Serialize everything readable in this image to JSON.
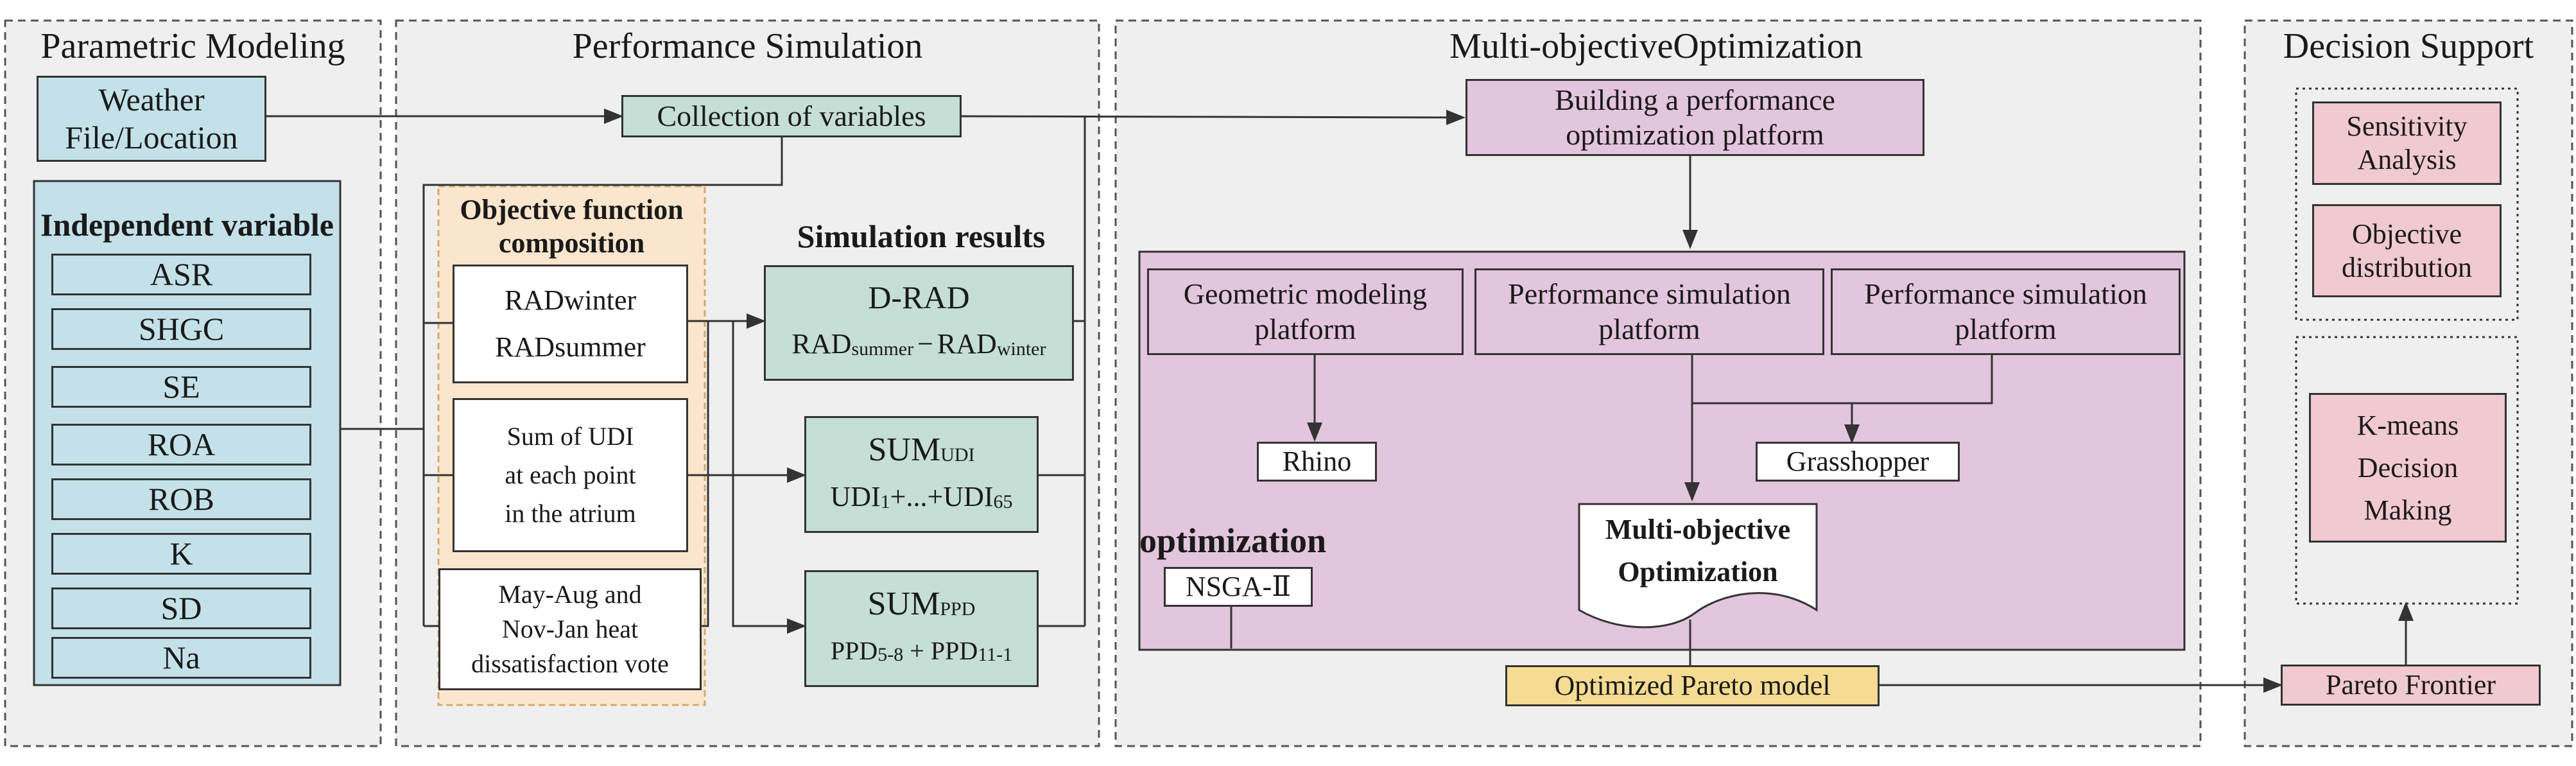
{
  "sections": {
    "parametric_modeling": "Parametric Modeling",
    "performance_simulation": "Performance Simulation",
    "multi_objective_optimization": "Multi-objectiveOptimization",
    "decision_support": "Decision Support"
  },
  "weather": "Weather\nFile/Location",
  "independent_variable": {
    "title": "Independent variable",
    "items": [
      "ASR",
      "SHGC",
      "SE",
      "ROA",
      "ROB",
      "K",
      "SD",
      "Na"
    ]
  },
  "collection": "Collection of variables",
  "objective_function": {
    "title": "Objective function\ncomposition",
    "rad": "RADwinter\nRADsummer",
    "udi": "Sum of UDI\nat each point\nin the atrium",
    "heat": "May-Aug and\nNov-Jan heat\ndissatisfaction vote"
  },
  "simulation_results": {
    "title": "Simulation results",
    "drad_title": "D-RAD",
    "drad_formula": {
      "rad1": "RAD",
      "sub1": "summer",
      "minus": "−",
      "rad2": "RAD",
      "sub2": "winter"
    },
    "udi_title": {
      "main": "SUM",
      "sub": "UDI"
    },
    "udi_formula": {
      "a": "UDI",
      "a_sub": "1",
      "mid": "+...+",
      "b": "UDI",
      "b_sub": "65"
    },
    "ppd_title": {
      "main": "SUM",
      "sub": "PPD"
    },
    "ppd_formula": {
      "a": "PPD",
      "a_sub": "5-8",
      "mid": " + ",
      "b": "PPD",
      "b_sub": "11-1"
    }
  },
  "optimization": {
    "building_platform": "Building a performance\noptimization platform",
    "geometric_platform": "Geometric modeling\nplatform",
    "performance_platform_1": "Performance simulation\nplatform",
    "performance_platform_2": "Performance simulation\nplatform",
    "rhino": "Rhino",
    "grasshopper": "Grasshopper",
    "optimization_label": "optimization",
    "nsga": "NSGA-Ⅱ",
    "multi_objective_doc": "Multi-objective\nOptimization",
    "pareto_model": "Optimized Pareto model"
  },
  "decision": {
    "sensitivity": "Sensitivity\nAnalysis",
    "objective_distribution": "Objective\ndistribution",
    "kmeans": "K-means\nDecision\nMaking",
    "pareto_frontier": "Pareto Frontier"
  },
  "colors": {
    "section_bg": "#efefef",
    "blue_box": "#c4e1e9",
    "green_box": "#c5ded6",
    "pink_box": "#e3c5dd",
    "rose_box": "#f1c9d0",
    "yellow_box": "#f6dc93",
    "orange_panel": "#fbe6cd",
    "line": "#333333"
  }
}
